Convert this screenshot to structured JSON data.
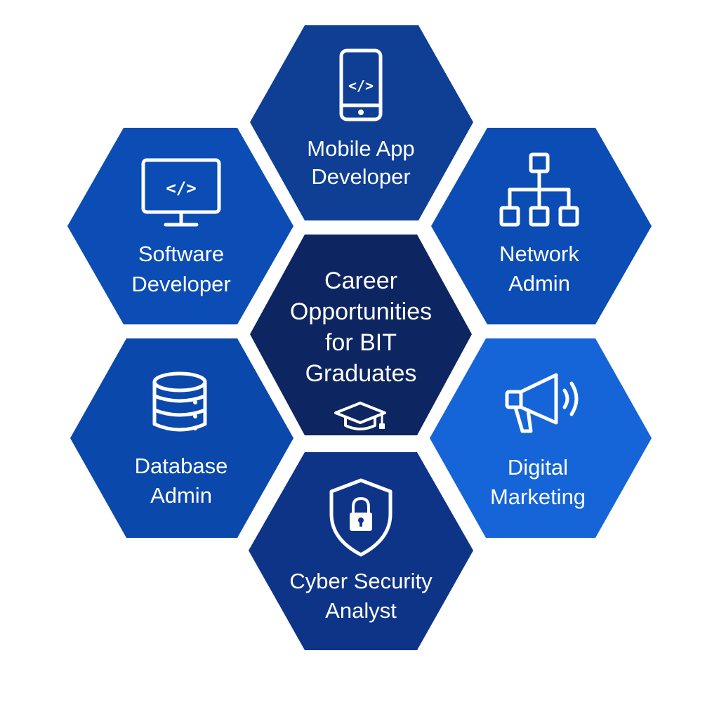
{
  "center": {
    "lines": [
      "Career",
      "Opportunities",
      "for BIT",
      "Graduates"
    ],
    "icon": "graduation-cap-icon",
    "color": "#0d2560"
  },
  "hexagons": [
    {
      "id": "mobile-app-developer",
      "lines": [
        "Mobile App",
        "Developer"
      ],
      "icon": "mobile-code-icon",
      "color": "#0f3f94"
    },
    {
      "id": "software-developer",
      "lines": [
        "Software",
        "Developer"
      ],
      "icon": "monitor-code-icon",
      "color": "#0b4cb5"
    },
    {
      "id": "network-admin",
      "lines": [
        "Network",
        "Admin"
      ],
      "icon": "network-hierarchy-icon",
      "color": "#0b4cb5"
    },
    {
      "id": "database-admin",
      "lines": [
        "Database",
        "Admin"
      ],
      "icon": "database-icon",
      "color": "#0b48ab"
    },
    {
      "id": "digital-marketing",
      "lines": [
        "Digital",
        "Marketing"
      ],
      "icon": "megaphone-icon",
      "color": "#1565d8"
    },
    {
      "id": "cyber-security-analyst",
      "lines": [
        "Cyber Security",
        "Analyst"
      ],
      "icon": "shield-lock-icon",
      "color": "#0e3488"
    }
  ],
  "icons": {
    "code_symbol": "</>"
  }
}
